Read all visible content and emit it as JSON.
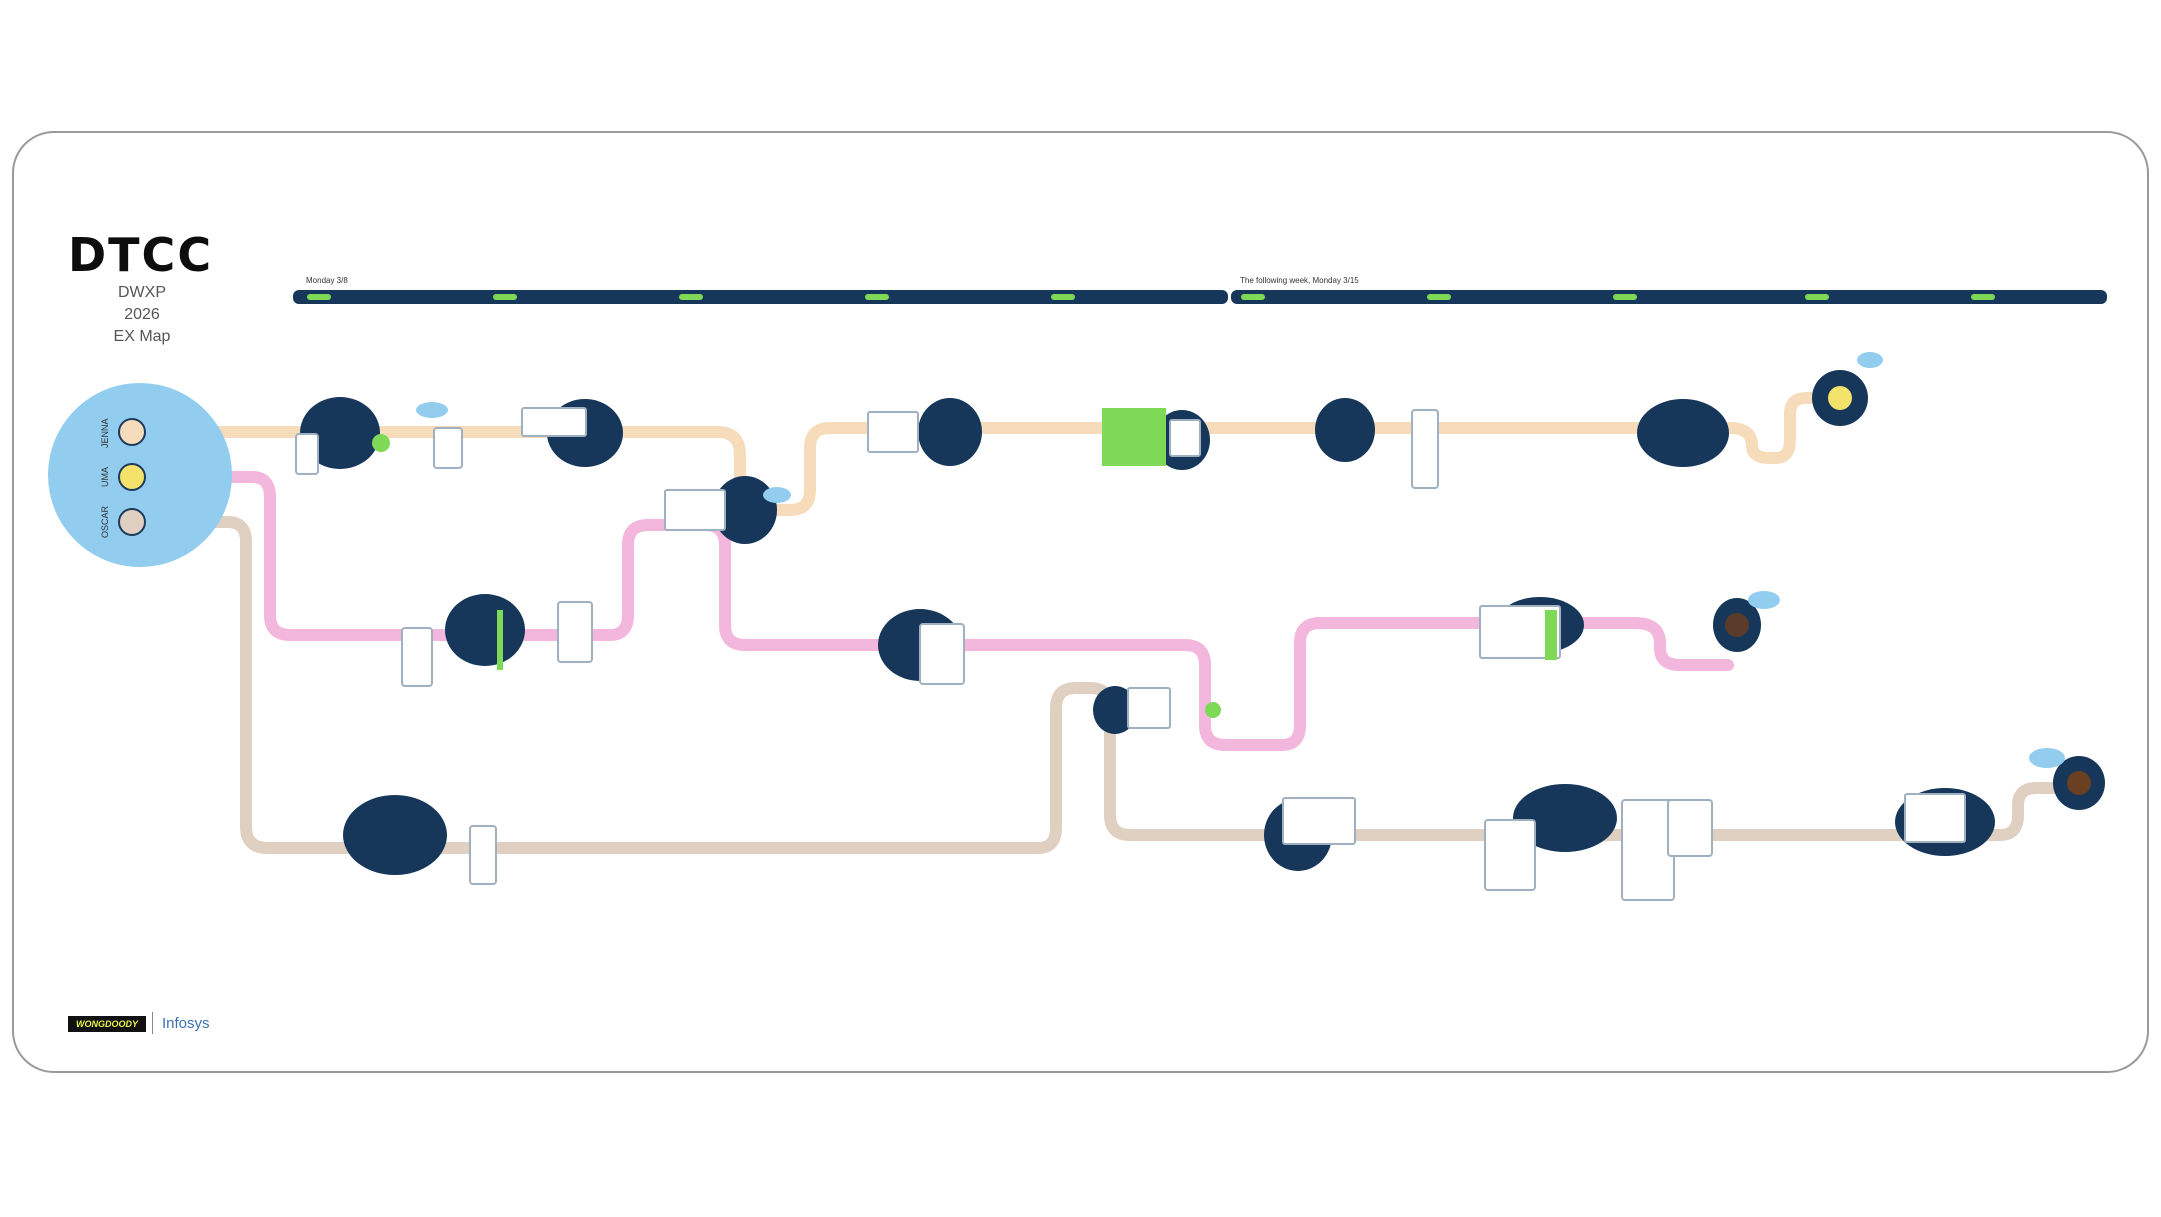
{
  "header": {
    "logo": "DTCC",
    "title_line1": "DWXP",
    "title_line2": "2026",
    "title_line3": "EX Map"
  },
  "timeline": {
    "segment1_label": "Monday 3/8",
    "segment2_label": "The following week, Monday 3/15"
  },
  "personas": [
    {
      "name": "JENNA",
      "color": "#f6dcbb"
    },
    {
      "name": "UMA",
      "color": "#f3b6dc"
    },
    {
      "name": "OSCAR",
      "color": "#dfd0c2"
    }
  ],
  "colors": {
    "navy": "#16375a",
    "green": "#7ed957",
    "persona_circle": "#92cdef"
  },
  "footer": {
    "brand1": "WONGDOODY",
    "brand2": "Infosys"
  }
}
